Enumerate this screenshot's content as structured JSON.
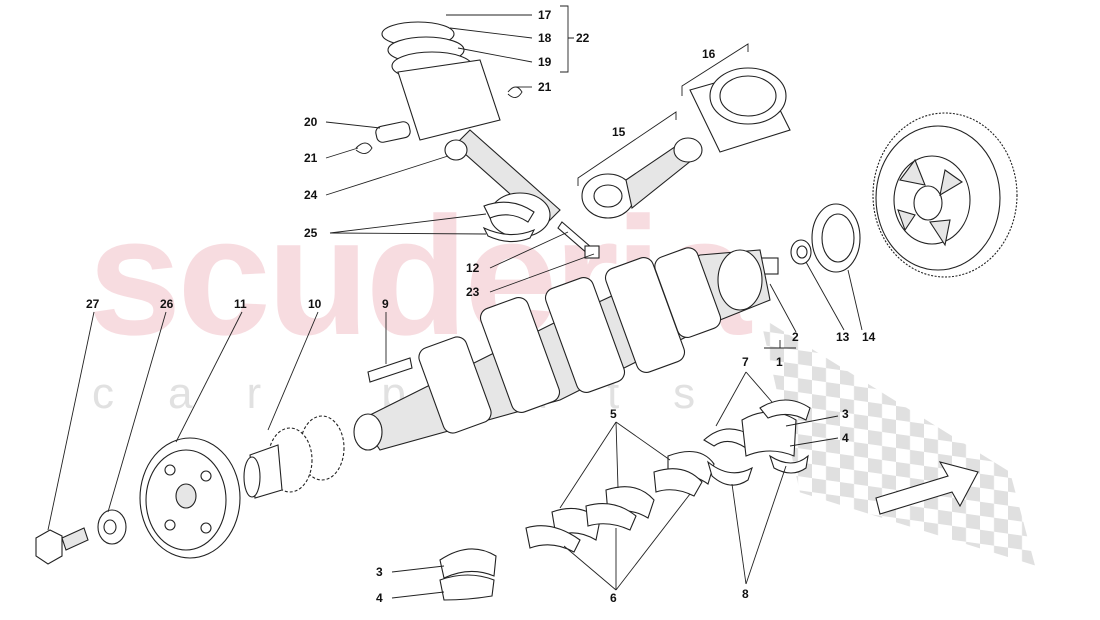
{
  "watermark": {
    "brand": "scuderia",
    "sub": "car parts"
  },
  "labels": {
    "l1": "1",
    "l2": "2",
    "l3a": "3",
    "l3b": "3",
    "l4a": "4",
    "l4b": "4",
    "l5": "5",
    "l6": "6",
    "l7": "7",
    "l8": "8",
    "l9": "9",
    "l10": "10",
    "l11": "11",
    "l12": "12",
    "l13": "13",
    "l14": "14",
    "l15": "15",
    "l16": "16",
    "l17": "17",
    "l18": "18",
    "l19": "19",
    "l20": "20",
    "l21a": "21",
    "l21b": "21",
    "l22": "22",
    "l23": "23",
    "l24": "24",
    "l25": "25",
    "l26": "26",
    "l27": "27"
  }
}
